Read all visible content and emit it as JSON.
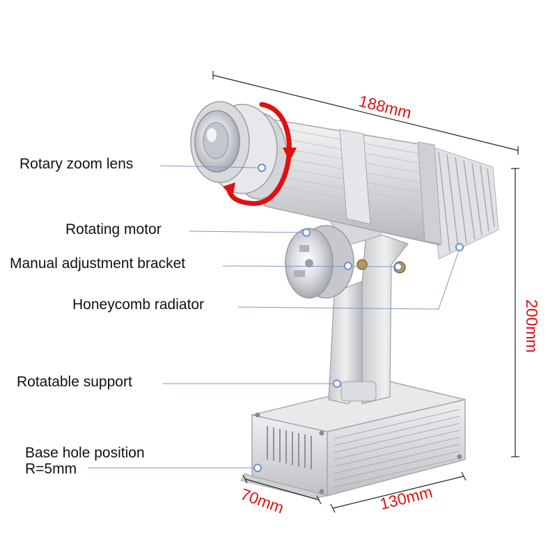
{
  "labels": {
    "rotary_zoom_lens": "Rotary zoom lens",
    "rotating_motor": "Rotating motor",
    "manual_adjustment_bracket": "Manual adjustment bracket",
    "honeycomb_radiator": "Honeycomb radiator",
    "rotatable_support": "Rotatable support",
    "base_hole_line1": "Base hole position",
    "base_hole_line2": "R=5mm"
  },
  "dimensions": {
    "length": "188mm",
    "height": "200mm",
    "base_length": "130mm",
    "base_width": "70mm"
  },
  "colors": {
    "dimension_text": "#e01010",
    "rotation_arrow": "#e01010",
    "leader_line": "#7d98c8",
    "body_metal": "#d2d3d6"
  },
  "icons": {
    "rotation": "curved-rotation-arrow-icon"
  }
}
